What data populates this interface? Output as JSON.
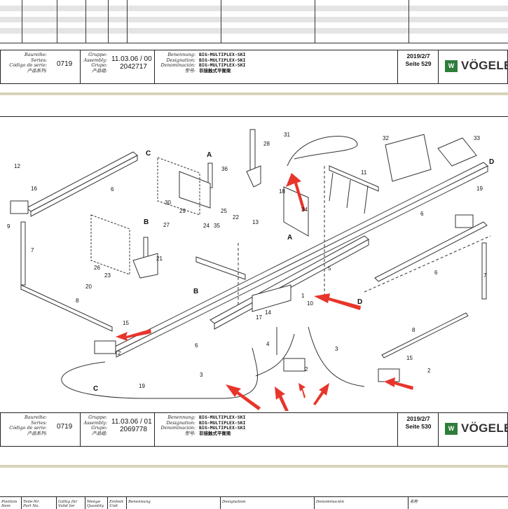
{
  "title_blocks": [
    {
      "series_labels": [
        "Baureihe:",
        "Series:",
        "Código de serie:",
        "产品系列:"
      ],
      "series_value": "0719",
      "group_labels": [
        "Gruppe:",
        "Assembly:",
        "Grupo:",
        "产品组:"
      ],
      "group_number": "11.03.06 / 00",
      "group_part": "2042717",
      "designation_labels": [
        "Benennung:",
        "Designation:",
        "Denominación:",
        "型号:"
      ],
      "designation_lines": [
        "BIG-MULTIPLEX-SKI",
        "BIG-MULTIPLEX-SKI",
        "BIG-MULTIPLEX-SKI",
        "非接触式平衡梁"
      ],
      "date": "2019/2/7",
      "page": "Seite 529"
    },
    {
      "series_labels": [
        "Baureihe:",
        "Series:",
        "Código de serie:",
        "产品系列:"
      ],
      "series_value": "0719",
      "group_labels": [
        "Gruppe:",
        "Assembly:",
        "Grupo:",
        "产品组:"
      ],
      "group_number": "11.03.06 / 01",
      "group_part": "2069778",
      "designation_labels": [
        "Benennung:",
        "Designation:",
        "Denominación:",
        "型号:"
      ],
      "designation_lines": [
        "BIG-MULTIPLEX-SKI",
        "BIG-MULTIPLEX-SKI",
        "BIG-MULTIPLEX-SKI",
        "非接触式平衡梁"
      ],
      "date": "2019/2/7",
      "page": "Seite 530"
    }
  ],
  "logo": {
    "mark": "W",
    "text": "VÖGELE",
    "color": "#2f7d3a"
  },
  "callouts": [
    "31",
    "28",
    "32",
    "33",
    "C",
    "A",
    "36",
    "D",
    "12",
    "16",
    "6",
    "11",
    "19",
    "30",
    "29",
    "25",
    "22",
    "27",
    "24",
    "35",
    "18",
    "34",
    "13",
    "9",
    "7",
    "B",
    "21",
    "26",
    "23",
    "20",
    "5",
    "8",
    "15",
    "17",
    "14",
    "1",
    "10",
    "2",
    "4",
    "3"
  ],
  "table_headers": [
    [
      "Position",
      "Item"
    ],
    [
      "Teile-Nr.",
      "Part No."
    ],
    [
      "Gültig für",
      "Valid for"
    ],
    [
      "Menge",
      "Quantity"
    ],
    [
      "Einheit",
      "Unit"
    ],
    [
      "Benennung"
    ],
    [
      "Designation"
    ],
    [
      "Denominación"
    ],
    [
      "名称"
    ]
  ],
  "colors": {
    "arrow": "#e8352b",
    "line": "#333333",
    "separator": "#d8d3b8"
  }
}
